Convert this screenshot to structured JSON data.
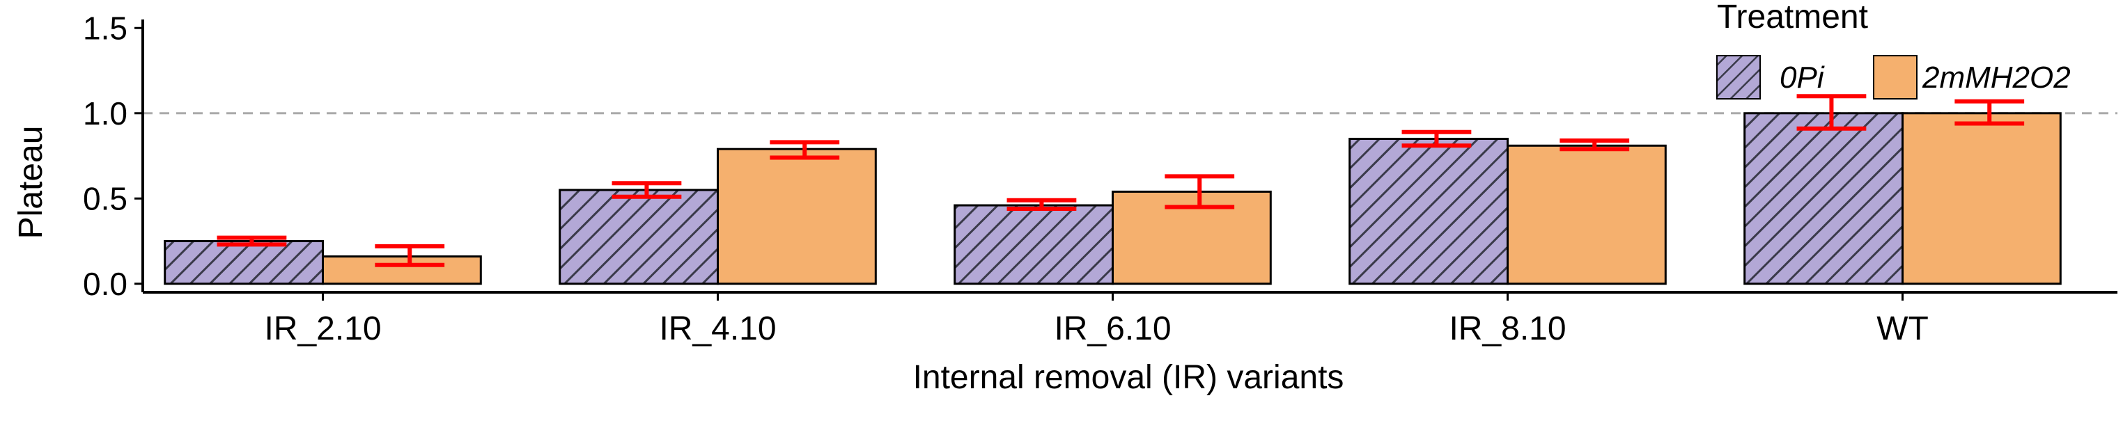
{
  "chart_data": {
    "type": "bar",
    "xlabel": "Internal removal (IR) variants",
    "ylabel": "Plateau",
    "categories": [
      "IR_2.10",
      "IR_4.10",
      "IR_6.10",
      "IR_8.10",
      "WT"
    ],
    "ylim": [
      -0.05,
      1.55
    ],
    "yticks": [
      "0.0",
      "0.5",
      "1.0",
      "1.5"
    ],
    "ytick_values": [
      0,
      0.5,
      1,
      1.5
    ],
    "reference_line": 1.0,
    "legend": {
      "title": "Treatment",
      "position": "top-right"
    },
    "series": [
      {
        "name": "0Pi",
        "color": "#b3a8d6",
        "pattern": "diagonal-hatch",
        "values": [
          0.25,
          0.55,
          0.46,
          0.85,
          1.0
        ],
        "error_low": [
          0.23,
          0.51,
          0.44,
          0.81,
          0.91
        ],
        "error_high": [
          0.27,
          0.59,
          0.49,
          0.89,
          1.1
        ]
      },
      {
        "name": "2mMH2O2",
        "color": "#f5b06e",
        "pattern": "solid",
        "values": [
          0.16,
          0.79,
          0.54,
          0.81,
          1.0
        ],
        "error_low": [
          0.11,
          0.74,
          0.45,
          0.79,
          0.94
        ],
        "error_high": [
          0.22,
          0.83,
          0.63,
          0.84,
          1.07
        ]
      }
    ],
    "error_bar_color": "#ff0000",
    "grid": false
  }
}
